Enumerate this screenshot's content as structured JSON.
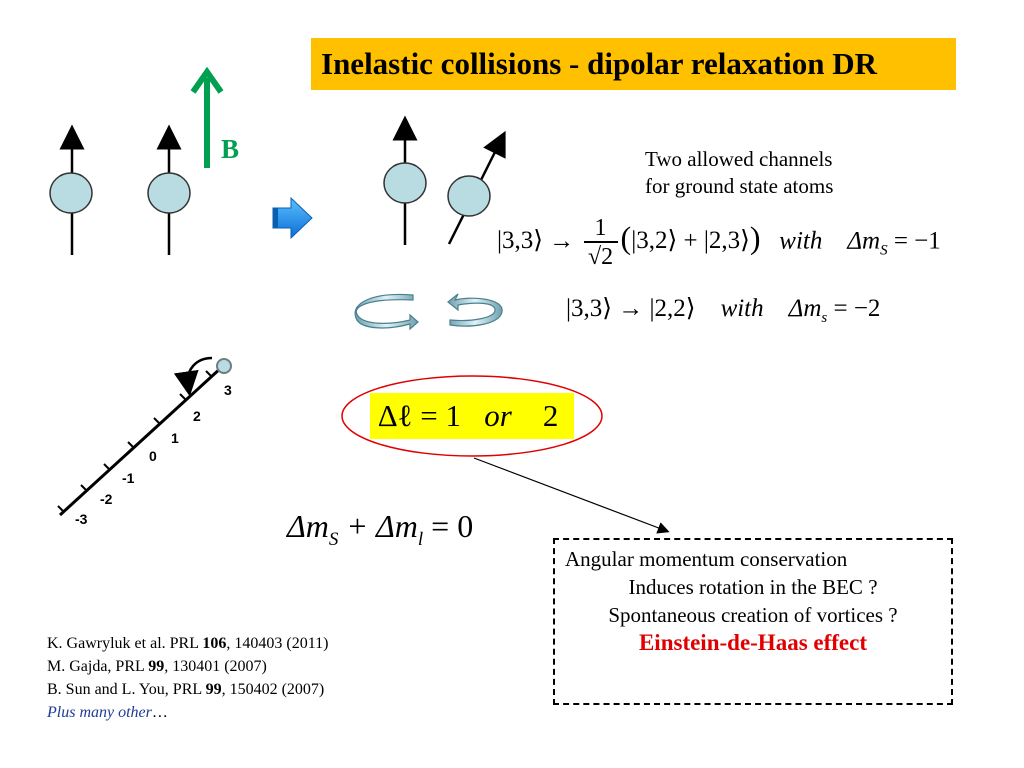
{
  "title": "Inelastic collisions - dipolar relaxation DR",
  "field_label": "B",
  "channels": {
    "line1": "Two allowed channels",
    "line2": "for ground state atoms"
  },
  "eq1": {
    "lhs": "3,3",
    "arrow": "→",
    "num": "1",
    "den": "√2",
    "ket_a": "3,2",
    "plus": "+",
    "ket_b": "2,3",
    "with": "with",
    "delta": "Δm",
    "sub": "S",
    "rhs": "= −1"
  },
  "eq2": {
    "lhs": "3,3",
    "arrow": "→",
    "ket": "2,2",
    "with": "with",
    "delta": "Δm",
    "sub": "s",
    "rhs": "= −2"
  },
  "delta_l": {
    "lhs": "Δℓ = 1",
    "or": "or",
    "rhs": "2"
  },
  "conservation": {
    "a": "Δm",
    "a_sub": "S",
    "plus": "+ Δm",
    "b_sub": "l",
    "rhs": "= 0"
  },
  "levels": [
    "3",
    "2",
    "1",
    "0",
    "-1",
    "-2",
    "-3"
  ],
  "angular_box": {
    "line1": "Angular momentum conservation",
    "line2": "Induces rotation in the BEC ?",
    "line3": "Spontaneous creation of vortices ?",
    "line4": "Einstein-de-Haas effect"
  },
  "references": [
    {
      "pre": "K. Gawryluk et al. PRL ",
      "vol": "106",
      "post": ", 140403 (2011)"
    },
    {
      "pre": "M. Gajda, PRL ",
      "vol": "99",
      "post": ", 130401 (2007)"
    },
    {
      "pre": "B. Sun and L. You, PRL ",
      "vol": "99",
      "post": ", 150402 (2007)"
    }
  ],
  "references_more": {
    "text": "Plus many other",
    "ellipsis": "…"
  },
  "colors": {
    "title_bg": "#ffc000",
    "highlight": "#ffff00",
    "field_arrow": "#00a050",
    "atom_fill": "#b8dce2",
    "effect_text": "#e00000",
    "ellipse": "#e00000",
    "process_arrow": "#1e90ff",
    "reference_more": "#1f3c99"
  }
}
